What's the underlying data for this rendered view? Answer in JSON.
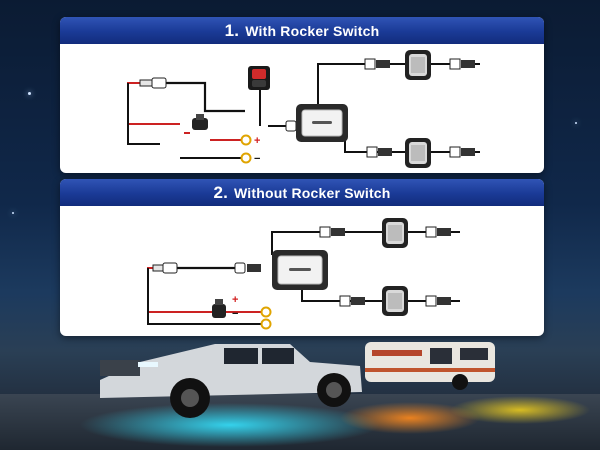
{
  "panels": [
    {
      "number": "1.",
      "title": "With Rocker Switch"
    },
    {
      "number": "2.",
      "title": "Without Rocker Switch"
    }
  ],
  "terminals": {
    "positive": "+",
    "negative": "−"
  },
  "colors": {
    "header": "#1a3a96",
    "wire_black": "#111111",
    "wire_red": "#cc2222",
    "positive": "#d21f1f",
    "terminal_ring": "#e0a400",
    "glow_cyan": "#35e3ff",
    "glow_orange": "#ff8a1c",
    "glow_yellow": "#f4d21c"
  },
  "icons": [
    "rocker-switch-icon",
    "fuse-holder-icon",
    "control-box-icon",
    "rock-light-pod-icon",
    "connector-icon"
  ]
}
